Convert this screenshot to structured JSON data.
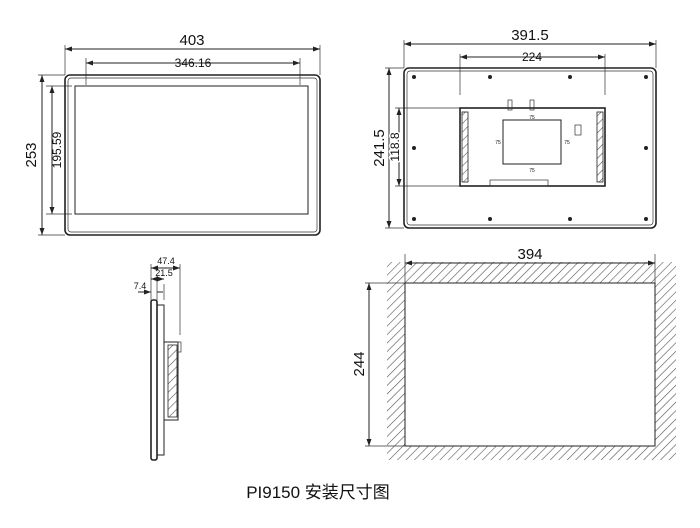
{
  "front_view": {
    "overall_width": "403",
    "display_width": "346.16",
    "overall_height": "253",
    "display_height": "195.59"
  },
  "rear_view": {
    "overall_width": "391.5",
    "bracket_width": "224",
    "overall_height": "241.5",
    "bracket_height": "118.8",
    "vesa_spacing": "75"
  },
  "side_view": {
    "total_depth": "47.4",
    "body_depth": "21.5",
    "bezel_depth": "7.4"
  },
  "cutout": {
    "width": "394",
    "height": "244"
  },
  "caption": "PI9150 安装尺寸图"
}
